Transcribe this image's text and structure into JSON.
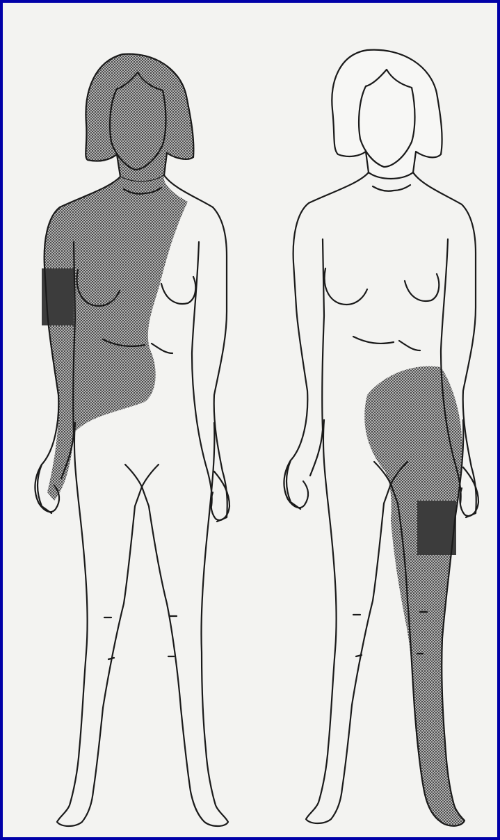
{
  "figures": [
    {
      "name": "figure-left",
      "shaded_regions": [
        "hair-and-head",
        "right-upper-arm",
        "right-chest-and-upper-abdomen"
      ],
      "dark_patch_region": "right-upper-arm"
    },
    {
      "name": "figure-right",
      "shaded_regions": [
        "left-lower-abdomen-hip",
        "left-leg"
      ],
      "dark_patch_region": "left-thigh"
    }
  ],
  "colors": {
    "frame_border": "#0000a8",
    "background": "#f3f3f1",
    "outline": "#1a1a1a",
    "stipple_light": "#8c8c8c",
    "stipple_dark": "#4a4a4a",
    "dark_patch": "#3c3c3c"
  }
}
